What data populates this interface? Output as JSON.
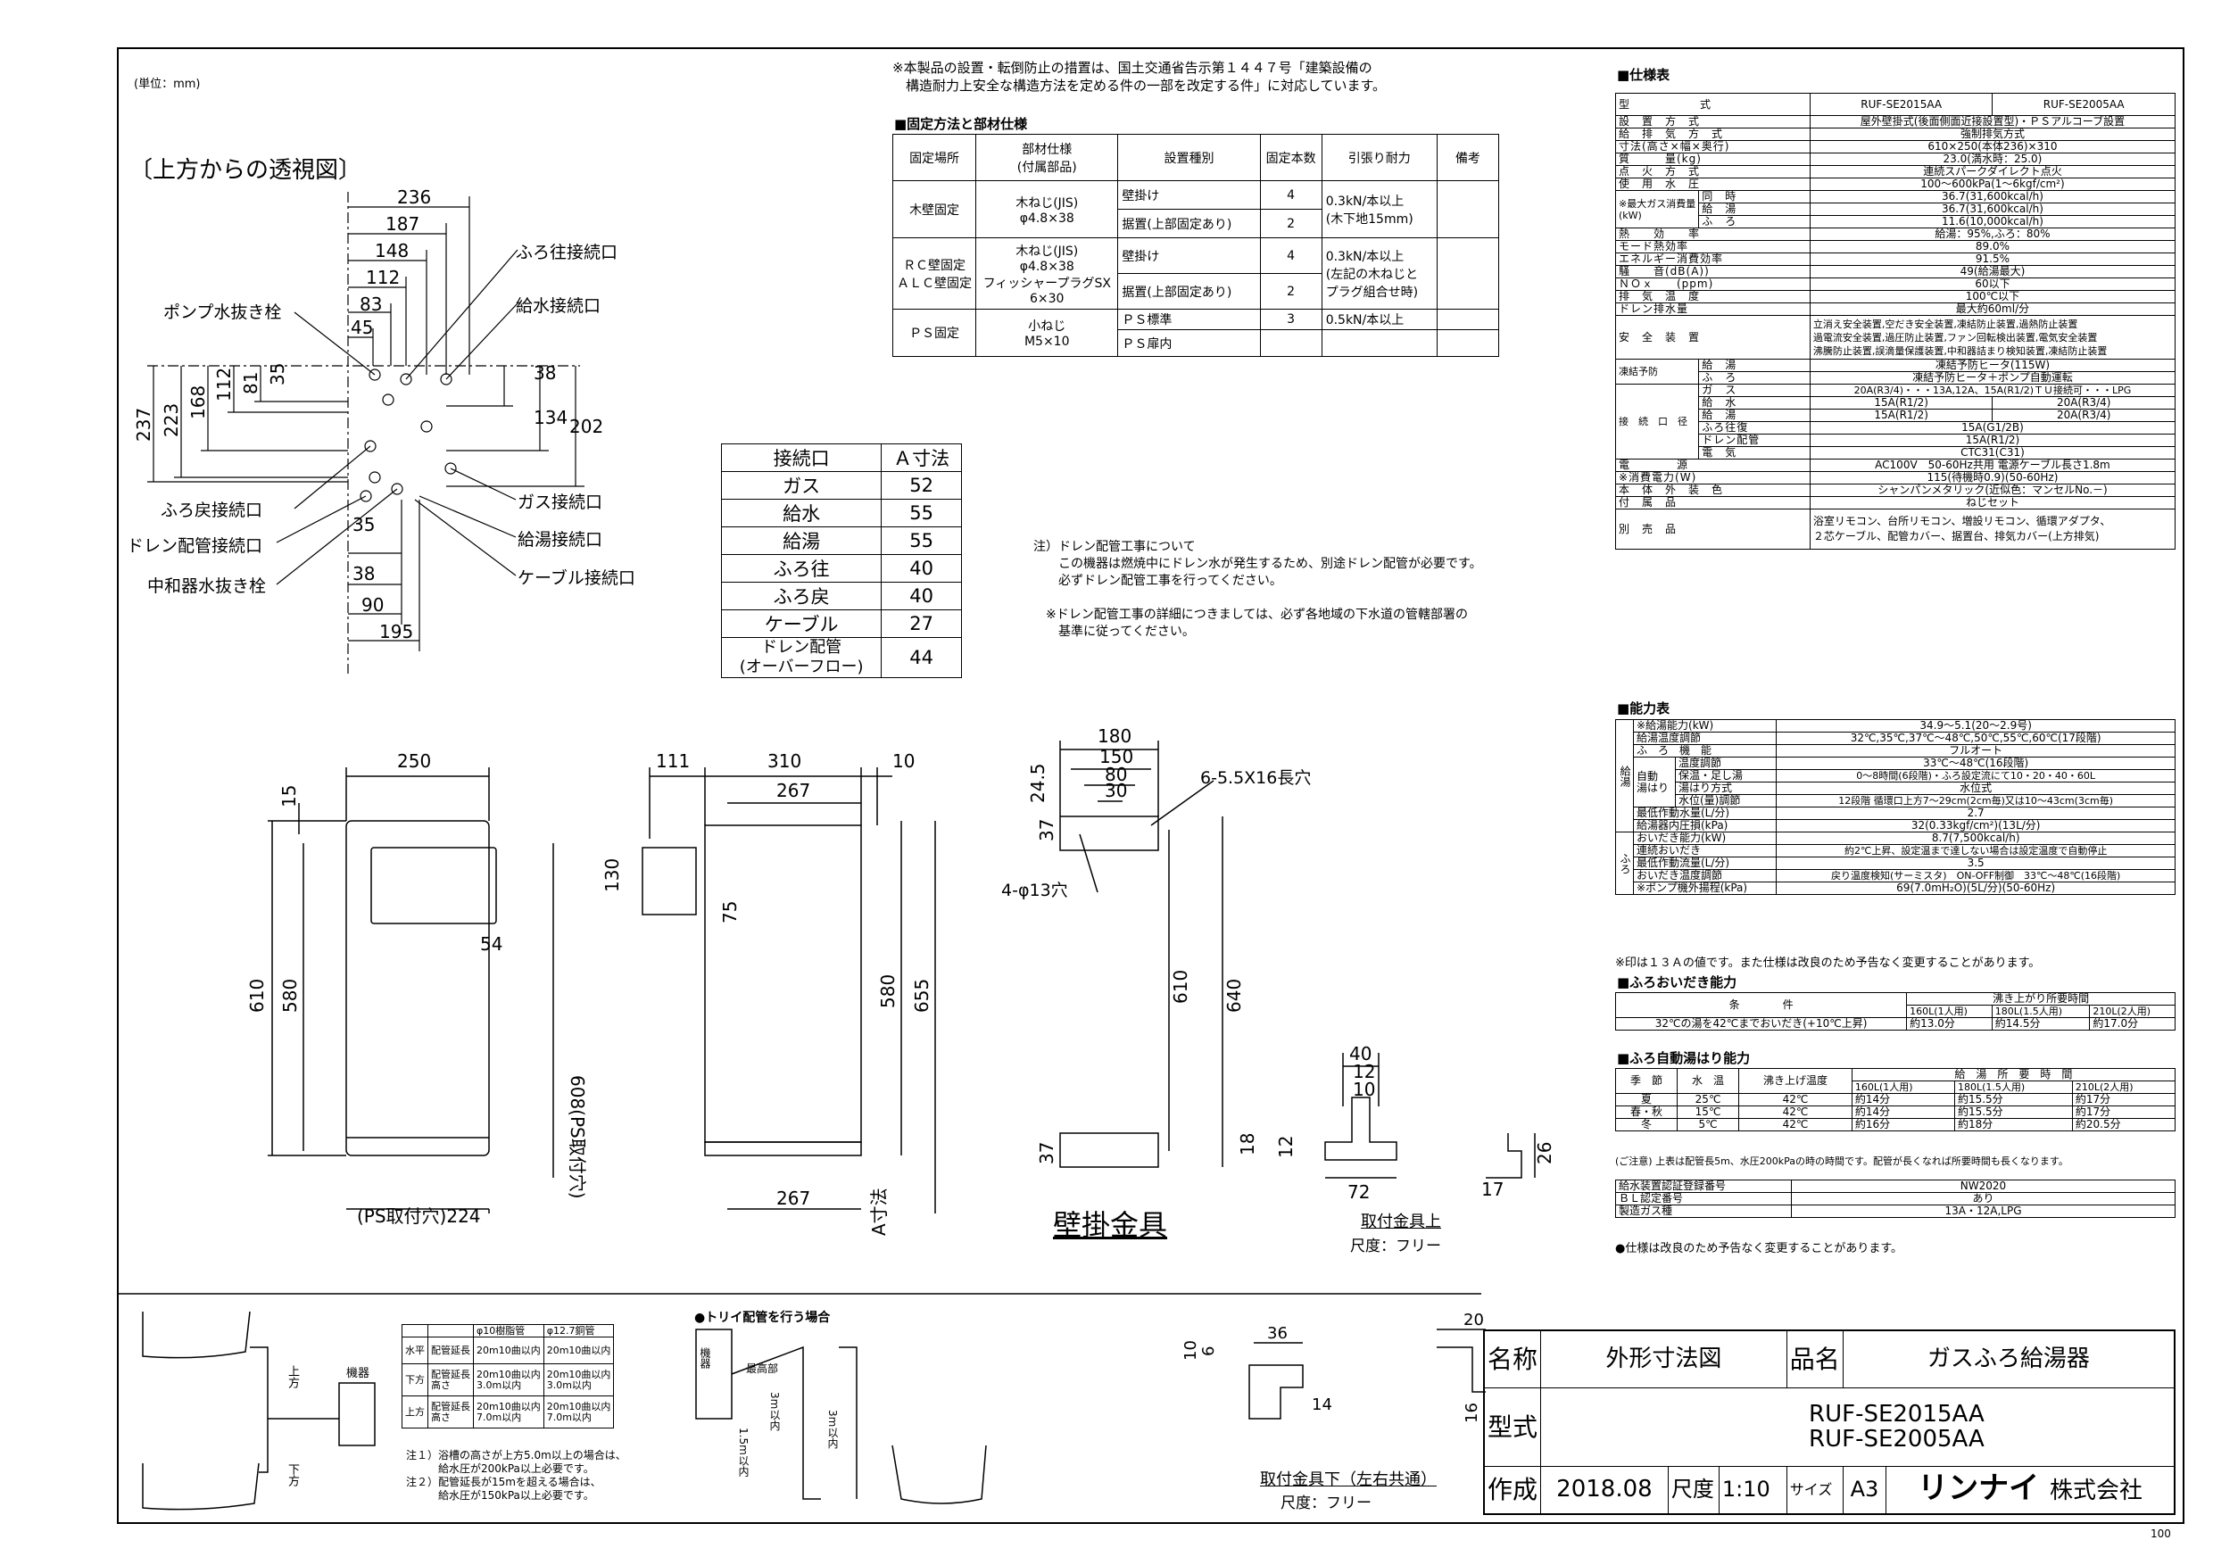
{
  "unit_label": "(単位：mm)",
  "top_view": {
    "title": "〔上方からの透視図〕",
    "dims": [
      "236",
      "187",
      "148",
      "112",
      "83",
      "45",
      "35",
      "81",
      "112",
      "168",
      "223",
      "237",
      "38",
      "134",
      "202",
      "35",
      "38",
      "90",
      "195"
    ],
    "labels": [
      "ポンプ水抜き栓",
      "ふろ往接続口",
      "給水接続口",
      "ふろ戻接続口",
      "ドレン配管接続口",
      "中和器水抜き栓",
      "ガス接続口",
      "給湯接続口",
      "ケーブル接続口"
    ]
  },
  "seismic_note": "※本製品の設置・転倒防止の措置は、国土交通省告示第１４４７号「建築設備の\n　構造耐力上安全な構造方法を定める件の一部を改定する件」に対応しています。",
  "fix_table": {
    "title": "■固定方法と部材仕様",
    "headers": [
      "固定場所",
      "部材仕様\n(付属部品)",
      "設置種別",
      "固定本数",
      "引張り耐力",
      "備考"
    ],
    "rows": [
      [
        "木壁固定",
        "木ねじ(JIS)\nφ4.8×38",
        "壁掛け",
        "4",
        "0.3kN/本以上\n(木下地15mm)"
      ],
      [
        "",
        "",
        "据置(上部固定あり)",
        "2",
        ""
      ],
      [
        "ＲＣ壁固定\nＡＬＣ壁固定",
        "木ねじ(JIS)\nφ4.8×38\nフィッシャープラグSX\n6×30",
        "壁掛け",
        "4",
        "0.3kN/本以上\n(左記の木ねじと\nプラグ組合せ時)"
      ],
      [
        "",
        "",
        "据置(上部固定あり)",
        "2",
        ""
      ],
      [
        "ＰＳ固定",
        "小ねじ\nM5×10",
        "ＰＳ標準",
        "3",
        "0.5kN/本以上"
      ],
      [
        "",
        "",
        "ＰＳ扉内",
        "",
        ""
      ]
    ]
  },
  "conn_table": {
    "headers": [
      "接続口",
      "Ａ寸法"
    ],
    "rows": [
      [
        "ガス",
        "52"
      ],
      [
        "給水",
        "55"
      ],
      [
        "給湯",
        "55"
      ],
      [
        "ふろ往",
        "40"
      ],
      [
        "ふろ戻",
        "40"
      ],
      [
        "ケーブル",
        "27"
      ],
      [
        "ドレン配管\n(オーバーフロー)",
        "44"
      ]
    ]
  },
  "drain_note": "注）ドレン配管工事について\n　　この機器は燃焼中にドレン水が発生するため、別途ドレン配管が必要です。\n　　必ずドレン配管工事を行ってください。\n\n　※ドレン配管工事の詳細につきましては、必ず各地域の下水道の管轄部署の\n　　基準に従ってください。",
  "front_view": {
    "dims": [
      "250",
      "15",
      "610",
      "580",
      "54",
      "608(PS取付穴)",
      "(PS取付穴)224"
    ]
  },
  "side_view": {
    "dims": [
      "111",
      "310",
      "10",
      "267",
      "130",
      "75",
      "580",
      "655",
      "267",
      "A寸法"
    ]
  },
  "bracket_view": {
    "dims": [
      "180",
      "150",
      "80",
      "30",
      "24.5",
      "37",
      "610",
      "640",
      "37"
    ],
    "holes1": "6-5.5X16長穴",
    "holes2": "4-φ13穴",
    "title": "壁掛金具"
  },
  "upper_fitting": {
    "dims": [
      "40",
      "12",
      "10",
      "18",
      "12",
      "72",
      "26",
      "17"
    ],
    "caption": "取付金具上",
    "scale": "尺度：フリー"
  },
  "lower_fitting": {
    "dims": [
      "36",
      "10",
      "6",
      "14",
      "20",
      "16"
    ],
    "caption": "取付金具下（左右共通）",
    "scale": "尺度：フリー"
  },
  "install_diagram": {
    "labels": [
      "上方",
      "機器",
      "下方"
    ],
    "headers": [
      "",
      "",
      "φ10樹脂管",
      "φ12.7銅管"
    ],
    "rows": [
      [
        "水平",
        "配管延長",
        "20m10曲以内",
        "20m10曲以内"
      ],
      [
        "下方",
        "配管延長\n高さ",
        "20m10曲以内\n3.0m以内",
        "20m10曲以内\n3.0m以内"
      ],
      [
        "上方",
        "配管延長\n高さ",
        "20m10曲以内\n7.0m以内",
        "20m10曲以内\n7.0m以内"
      ]
    ],
    "notes": "注１）浴槽の高さが上方5.0m以上の場合は、\n　　　給水圧が200kPa以上必要です。\n注２）配管延長が15mを超える場合は、\n　　　給水圧が150kPa以上必要です。",
    "trap_title": "●トリイ配管を行う場合",
    "trap_labels": [
      "機器",
      "最高部",
      "3m以内",
      "1.5m以内",
      "3m以内"
    ]
  },
  "spec": {
    "title": "■仕様表",
    "model_header": [
      "型　　　　　　式",
      "RUF-SE2015AA",
      "RUF-SE2005AA"
    ],
    "rows": [
      [
        "設　置　方　式",
        "屋外壁掛式(後面側面近接設置型)・ＰＳアルコーブ設置"
      ],
      [
        "給　排　気　方　式",
        "強制排気方式"
      ],
      [
        "寸法(高さ×幅×奥行)",
        "610×250(本体236)×310"
      ],
      [
        "質　　　量(kg)",
        "23.0(満水時：25.0)"
      ],
      [
        "点　火　方　式",
        "連続スパークダイレクト点火"
      ],
      [
        "使　用　水　圧",
        "100〜600kPa(1〜6kgf/cm²)"
      ]
    ],
    "gas_label": "※最大ガス消費量\n(kW)",
    "gas_rows": [
      [
        "同　時",
        "36.7(31,600kcal/h)"
      ],
      [
        "給　湯",
        "36.7(31,600kcal/h)"
      ],
      [
        "ふ　ろ",
        "11.6(10,000kcal/h)"
      ]
    ],
    "rows2": [
      [
        "熱　　効　　率",
        "給湯：95%,ふろ：80%"
      ],
      [
        "モード熱効率",
        "89.0%"
      ],
      [
        "エネルギー消費効率",
        "91.5%"
      ],
      [
        "騒　　音(dB(A))",
        "49(給湯最大)"
      ],
      [
        "ＮＯｘ　　(ppm)",
        "60以下"
      ],
      [
        "排　気　温　度",
        "100℃以下"
      ],
      [
        "ドレン排水量",
        "最大約60ml/分"
      ]
    ],
    "safety_label": "安　全　装　置",
    "safety_lines": [
      "立消え安全装置,空だき安全装置,凍結防止装置,過熱防止装置",
      "過電流安全装置,過圧防止装置,ファン回転検出装置,電気安全装置",
      "沸騰防止装置,誤滴量保護装置,中和器詰まり検知装置,凍結防止装置"
    ],
    "freeze_label": "凍結予防",
    "freeze_rows": [
      [
        "給　湯",
        "凍結予防ヒータ(115W)"
      ],
      [
        "ふ　ろ",
        "凍結予防ヒータ＋ポンプ自動運転"
      ]
    ],
    "conn_label": "接　続　口　径",
    "conn_rows": [
      [
        "ガ　ス",
        "20A(R3/4)・・・13A,12A、15A(R1/2)ＴＵ接続可・・・LPG",
        ""
      ],
      [
        "給　水",
        "15A(R1/2)",
        "20A(R3/4)"
      ],
      [
        "給　湯",
        "15A(R1/2)",
        "20A(R3/4)"
      ],
      [
        "ふろ往復",
        "15A(G1/2B)",
        ""
      ],
      [
        "ドレン配管",
        "15A(R1/2)",
        ""
      ],
      [
        "電　気",
        "CTC31(C31)",
        ""
      ]
    ],
    "rows3": [
      [
        "電　　　　源",
        "AC100V　50-60Hz共用 電源ケーブル長さ1.8m"
      ],
      [
        "※消費電力(W)",
        "115(待機時0.9)(50-60Hz)"
      ],
      [
        "本　体　外　装　色",
        "シャンパンメタリック(近似色：マンセルNo.－)"
      ],
      [
        "付　属　品",
        "ねじセット"
      ]
    ],
    "sold_label": "別　売　品",
    "sold_lines": [
      "浴室リモコン、台所リモコン、増設リモコン、循環アダプタ、",
      "２芯ケーブル、配管カバー、据置台、排気カバー(上方排気)"
    ]
  },
  "perf": {
    "title": "■能力表",
    "rows": [
      [
        "",
        "※給湯能力(kW)",
        "34.9〜5.1(20〜2.9号)"
      ],
      [
        "",
        "給湯温度調節",
        "32℃,35℃,37℃〜48℃,50℃,55℃,60℃(17段階)"
      ],
      [
        "",
        "ふ　ろ　機　能",
        "フルオート"
      ],
      [
        "",
        "温度調節",
        "33℃〜48℃(16段階)"
      ],
      [
        "",
        "保温・足し湯",
        "0〜8時間(6段階)・ふろ設定流にて10・20・40・60L"
      ],
      [
        "",
        "湯はり方式",
        "水位式"
      ],
      [
        "",
        "水位(量)調節",
        "12段階 循環口上方7〜29cm(2cm毎)又は10〜43cm(3cm毎)"
      ],
      [
        "",
        "最低作動水量(L/分)",
        "2.7"
      ],
      [
        "",
        "給湯器内圧損(kPa)",
        "32(0.33kgf/cm²)(13L/分)"
      ],
      [
        "",
        "おいだき能力(kW)",
        "8.7(7,500kcal/h)"
      ],
      [
        "",
        "連続おいだき",
        "約2℃上昇、設定温まで達しない場合は設定温度で自動停止"
      ],
      [
        "",
        "最低作動流量(L/分)",
        "3.5"
      ],
      [
        "",
        "おいだき温度調節",
        "戻り温度検知(サーミスタ)　ON-OFF制御　33℃〜48℃(16段階)"
      ],
      [
        "",
        "※ポンプ機外揚程(kPa)",
        "69(7.0mH₂O)(5L/分)(50-60Hz)"
      ]
    ],
    "side_labels": {
      "kyuto": "給湯",
      "yuhari": "湯はり",
      "furo": "ふろ",
      "auto": "自動\n湯はり"
    },
    "note": "※印は１３Ａの値です。また仕様は改良のため予告なく変更することがあります。"
  },
  "oidaki": {
    "title": "■ふろおいだき能力",
    "header": [
      "条　　　　件",
      "沸き上がり所要時間"
    ],
    "subheader": [
      "160L(1人用)",
      "180L(1.5人用)",
      "210L(2人用)"
    ],
    "row": [
      "32℃の湯を42℃までおいだき(+10℃上昇)",
      "約13.0分",
      "約14.5分",
      "約17.0分"
    ]
  },
  "auto_fill": {
    "title": "■ふろ自動湯はり能力",
    "header": [
      "季　節",
      "水　温",
      "沸き上げ温度",
      "給　湯　所　要　時　間"
    ],
    "subheader": [
      "160L(1人用)",
      "180L(1.5人用)",
      "210L(2人用)"
    ],
    "rows": [
      [
        "夏",
        "25℃",
        "42℃",
        "約14分",
        "約15.5分",
        "約17分"
      ],
      [
        "春・秋",
        "15℃",
        "42℃",
        "約14分",
        "約15.5分",
        "約17分"
      ],
      [
        "冬",
        "5℃",
        "42℃",
        "約16分",
        "約18分",
        "約20.5分"
      ]
    ],
    "note": "(ご注意) 上表は配管長5m、水圧200kPaの時の時間です。配管が長くなれば所要時間も長くなります。"
  },
  "cert": [
    [
      "給水装置認証登録番号",
      "NW2020"
    ],
    [
      "ＢＬ認定番号",
      "あり"
    ],
    [
      "製造ガス種",
      "13A・12A,LPG"
    ]
  ],
  "cert_note": "●仕様は改良のため予告なく変更することがあります。",
  "title_block": {
    "name_label": "名称",
    "name": "外形寸法図",
    "product_label": "品名",
    "product": "ガスふろ給湯器",
    "model_label": "型式",
    "models": [
      "RUF-SE2015AA",
      "RUF-SE2005AA"
    ],
    "made_label": "作成",
    "date": "2018.08",
    "scale_label": "尺度",
    "scale": "1:10",
    "size_label": "サイズ",
    "size": "A3",
    "logo": "リンナイ",
    "company": "株式会社"
  },
  "page_no": "100"
}
